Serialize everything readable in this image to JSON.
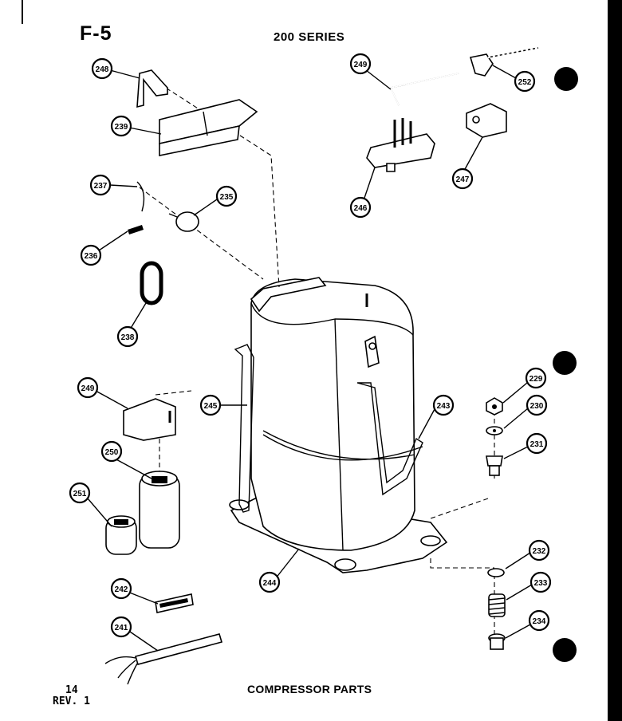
{
  "header": {
    "figure_code": "F-5",
    "series": "200 SERIES"
  },
  "footer": {
    "page_number": "14",
    "revision": "REV. 1",
    "caption": "COMPRESSOR PARTS"
  },
  "callouts": [
    {
      "id": "callout-248-top",
      "label": "248"
    },
    {
      "id": "callout-239",
      "label": "239"
    },
    {
      "id": "callout-237",
      "label": "237"
    },
    {
      "id": "callout-235",
      "label": "235"
    },
    {
      "id": "callout-236",
      "label": "236"
    },
    {
      "id": "callout-238",
      "label": "238"
    },
    {
      "id": "callout-249-right",
      "label": "249"
    },
    {
      "id": "callout-252",
      "label": "252"
    },
    {
      "id": "callout-247",
      "label": "247"
    },
    {
      "id": "callout-246",
      "label": "246"
    },
    {
      "id": "callout-249-left",
      "label": "249"
    },
    {
      "id": "callout-245",
      "label": "245"
    },
    {
      "id": "callout-243",
      "label": "243"
    },
    {
      "id": "callout-229",
      "label": "229"
    },
    {
      "id": "callout-230",
      "label": "230"
    },
    {
      "id": "callout-231",
      "label": "231"
    },
    {
      "id": "callout-250",
      "label": "250"
    },
    {
      "id": "callout-251",
      "label": "251"
    },
    {
      "id": "callout-244",
      "label": "244"
    },
    {
      "id": "callout-232",
      "label": "232"
    },
    {
      "id": "callout-233",
      "label": "233"
    },
    {
      "id": "callout-242",
      "label": "242"
    },
    {
      "id": "callout-234",
      "label": "234"
    },
    {
      "id": "callout-241",
      "label": "241"
    }
  ]
}
